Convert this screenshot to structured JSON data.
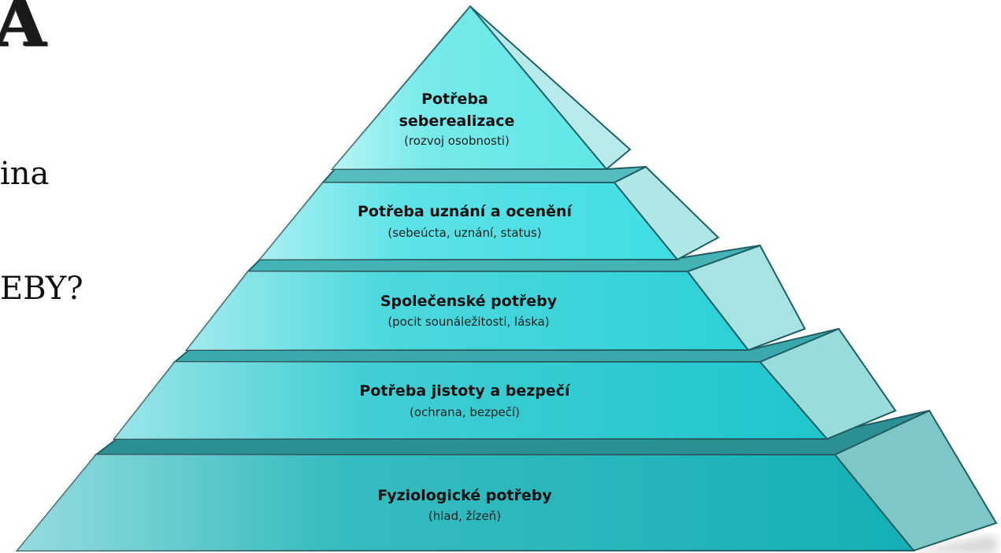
{
  "slide": {
    "heading_fragment": "A",
    "line1": "ina",
    "line2": "EBY?"
  },
  "pyramid": {
    "levels": [
      {
        "title_lines": [
          "Potřeba",
          "seberealizace"
        ],
        "subtitle": "(rozvoj osobnosti)"
      },
      {
        "title_lines": [
          "Potřeba uznání a ocenění"
        ],
        "subtitle": "(sebeúcta, uznání, status)"
      },
      {
        "title_lines": [
          "Společenské potřeby"
        ],
        "subtitle": "(pocit sounáležitosti, láska)"
      },
      {
        "title_lines": [
          "Potřeba jistoty a bezpečí"
        ],
        "subtitle": "(ochrana, bezpečí)"
      },
      {
        "title_lines": [
          "Fyziologické potřeby"
        ],
        "subtitle": "(hlad, žízeň)"
      }
    ],
    "colors": {
      "level_fills": [
        "#5fe6e6",
        "#3fdbe0",
        "#2dd0d6",
        "#1fc2c9",
        "#14aeb3"
      ],
      "side_fill": "#a9e7e6",
      "stroke": "#1f5f63"
    }
  }
}
